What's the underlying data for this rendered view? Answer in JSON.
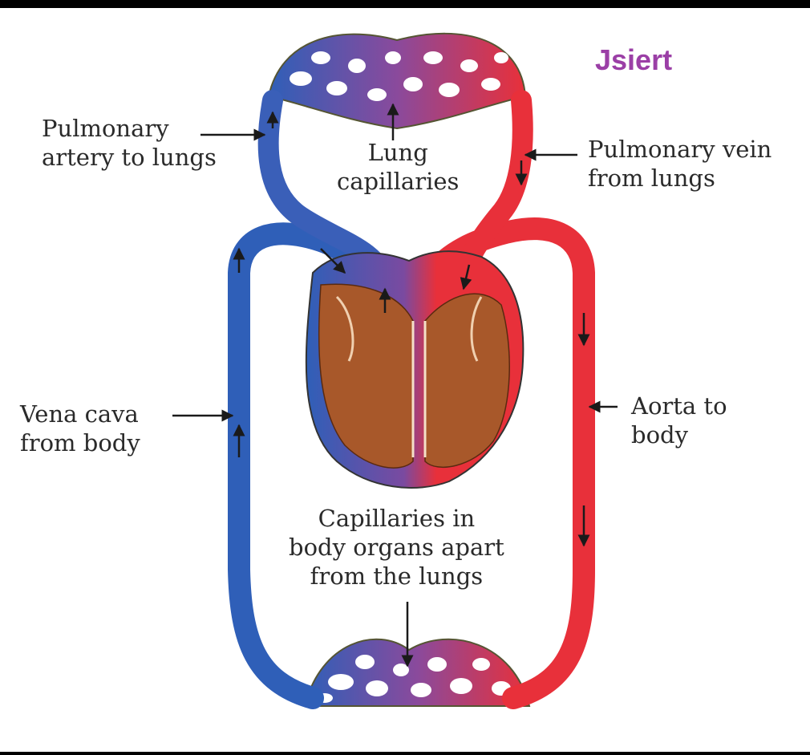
{
  "brand": {
    "text": "Jsiert",
    "color": "#9b3fa6"
  },
  "labels": {
    "pulmonary_artery": [
      "Pulmonary",
      "artery to lungs"
    ],
    "lung_capillaries": [
      "Lung",
      "capillaries"
    ],
    "pulmonary_vein": [
      "Pulmonary vein",
      "from lungs"
    ],
    "vena_cava": [
      "Vena cava",
      "from body"
    ],
    "aorta": [
      "Aorta to",
      "body"
    ],
    "body_capillaries": [
      "Capillaries in",
      "body organs apart",
      "from the lungs"
    ]
  },
  "colors": {
    "deoxygenated": "#2f5fb8",
    "oxygenated": "#e8303a",
    "mixed": "#8a4a9c",
    "heart_muscle": "#a8582a"
  },
  "icons": [
    "arrow-icon"
  ]
}
